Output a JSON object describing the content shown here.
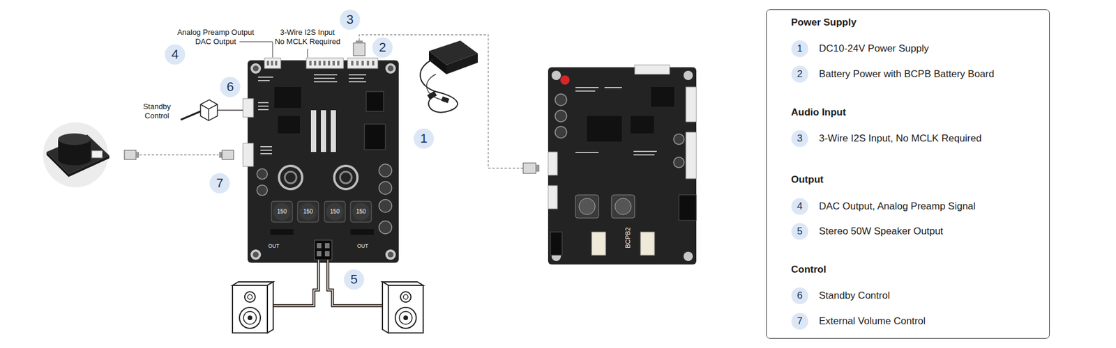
{
  "diagram": {
    "nodes": [
      {
        "text": [
          "3"
        ]
      },
      {
        "text": [
          "2"
        ]
      },
      {
        "text": [
          "4"
        ]
      },
      {
        "text": [
          "6"
        ]
      },
      {
        "text": [
          "1"
        ]
      },
      {
        "text": [
          "7"
        ]
      },
      {
        "text": [
          "5"
        ]
      },
      {
        "text": [
          "Power Supply",
          "DC10-24V Power Supply",
          "Battery Power with BCPB Battery Board",
          "Audio Input",
          "3-Wire I2S Input, No MCLK Required",
          "Output",
          "DAC Output, Analog Preamp Signal",
          "Stereo 50W Speaker Output",
          "Control",
          "Standby Control",
          "External Volume Control"
        ]
      },
      {
        "text": [
          "1"
        ],
        "in": 7
      },
      {
        "text": [
          "2"
        ],
        "in": 7
      },
      {
        "text": [
          "3"
        ],
        "in": 7
      },
      {
        "text": [
          "4"
        ],
        "in": 7
      },
      {
        "text": [
          "5"
        ],
        "in": 7
      },
      {
        "text": [
          "6"
        ],
        "in": 7
      },
      {
        "text": [
          "7"
        ],
        "in": 7
      }
    ],
    "labels": [
      "Analog Preamp Output",
      "DAC Output",
      "3-Wire I2S Input",
      "No MCLK Required",
      "Standby Control",
      "150",
      "150",
      "150",
      "150",
      "OUT",
      "OUT",
      "BCPB2"
    ]
  }
}
